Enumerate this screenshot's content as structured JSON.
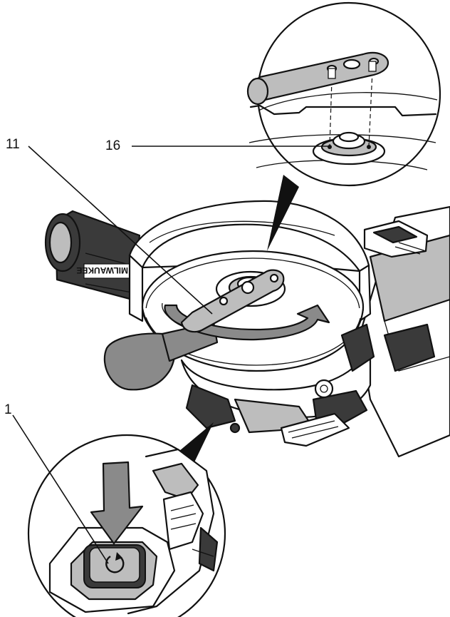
{
  "callouts": {
    "spindle_lock_button": "1",
    "pin_spanner": "11",
    "flange_nut": "16"
  },
  "brand_mark": "MILWAUKEE",
  "colors": {
    "ink": "#111111",
    "shade_dark": "#3a3a3a",
    "shade_mid": "#8a8a8a",
    "shade_light": "#bdbdbd",
    "paper": "#ffffff"
  },
  "icons": {
    "rotation_arrow": "curved-arrow-clockwise",
    "press_arrow": "arrow-down",
    "button_symbol": "rotate-lock-icon"
  }
}
